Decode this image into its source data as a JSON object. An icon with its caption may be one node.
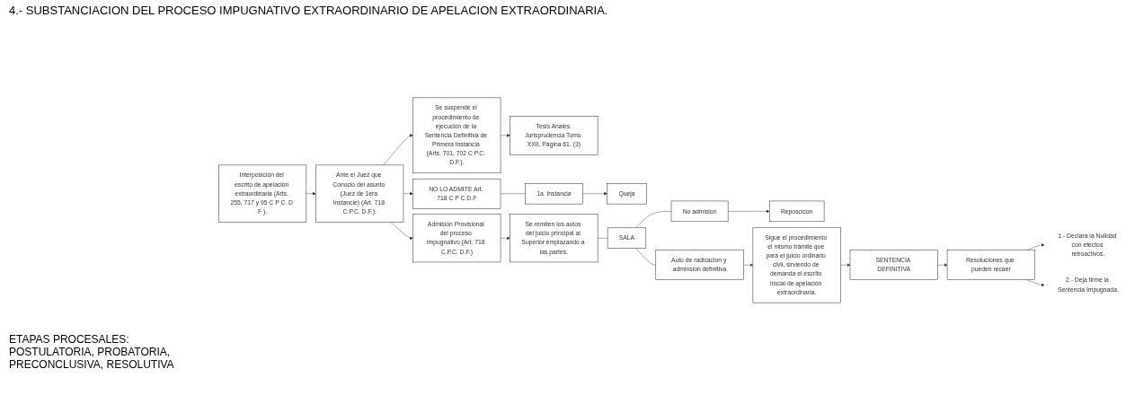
{
  "diagram": {
    "title": "4.- SUBSTANCIACION DEL PROCESO IMPUGNATIVO EXTRAORDINARIO DE APELACION EXTRAORDINARIA.",
    "nodes": [
      {
        "text": [
          "Interposición del escrito de apelación extraordinaria (Arts. 255, 717 y 95 C P C. D F )."
        ]
      },
      {
        "text": [
          "Ante el Juez que Conoció del asunto (Juez de 1era Instancie) (Art. 718 C.P.C. D.F.)."
        ]
      },
      {
        "text": [
          "Se suspende el procedimiento de ejecución de la Sentencia Definitiva de Primera Instancia (Arts. 701, 702 C P.C. D.F.)."
        ]
      },
      {
        "text": [
          "Tesis Anales Jurisprudencia Tomo XXII, Página 61. (3)"
        ]
      },
      {
        "text": [
          "Admisión Provisional del proceso impugnativo (Art. 718 C.P.C. D.F.)"
        ]
      },
      {
        "text": [
          "NO LO ADMITE Art. 718 C P C D.F"
        ]
      },
      {
        "text": [
          "1a. Instancia"
        ]
      },
      {
        "text": [
          "Queja"
        ]
      },
      {
        "text": [
          "Se remiten los autos del juicio principal al Superior emplazando a las partes."
        ]
      },
      {
        "text": [
          "SALA"
        ]
      },
      {
        "text": [
          "No admision"
        ]
      },
      {
        "text": [
          "Reposcicon"
        ]
      },
      {
        "text": [
          "Auto de radicacion y adminsion definitiva"
        ]
      },
      {
        "text": [
          "Sigue el procedimiento el mismo trámite que para el juicio ordinario civil, sirviendo de demanda el escrito inicial de apelación extraordinaria."
        ]
      },
      {
        "text": [
          "SENTENCIA DEFINITIVA"
        ]
      },
      {
        "text": [
          "Resoluciones que pueden recaer"
        ]
      },
      {
        "text": [
          "1.- Declara la Nulidad con efectos retroactivos."
        ]
      },
      {
        "text": [
          "2.- Deja firme la Sentencia Impugnada."
        ]
      }
    ],
    "edges": [
      {
        "from": 0,
        "to": 1,
        "arrow": "to"
      },
      {
        "from": 1,
        "to": 4,
        "arrow": "to"
      },
      {
        "from": 1,
        "to": 2,
        "arrow": "to"
      },
      {
        "from": 1,
        "to": 5,
        "arrow": "to"
      },
      {
        "from": 2,
        "to": 3,
        "arrow": "to"
      },
      {
        "from": 4,
        "to": 8,
        "arrow": "to"
      },
      {
        "from": 5,
        "to": 6,
        "arrow": "none"
      },
      {
        "from": 6,
        "to": 7,
        "arrow": "to"
      },
      {
        "from": 8,
        "to": 9,
        "arrow": "none"
      },
      {
        "from": 9,
        "to": 10,
        "arrow": "none"
      },
      {
        "from": 9,
        "to": 12,
        "arrow": "none"
      },
      {
        "from": 10,
        "to": 11,
        "arrow": "to"
      },
      {
        "from": 12,
        "to": 13,
        "arrow": "to"
      },
      {
        "from": 13,
        "to": 14,
        "arrow": "to"
      },
      {
        "from": 14,
        "to": 15,
        "arrow": "to"
      },
      {
        "from": 15,
        "to": 16,
        "arrow": "to"
      },
      {
        "from": 15,
        "to": 17,
        "arrow": "to"
      }
    ],
    "labels": [
      "ETAPAS PROCESALES: POSTULATORIA, PROBATORIA, PRECONCLUSIVA, RESOLUTIVA"
    ]
  }
}
